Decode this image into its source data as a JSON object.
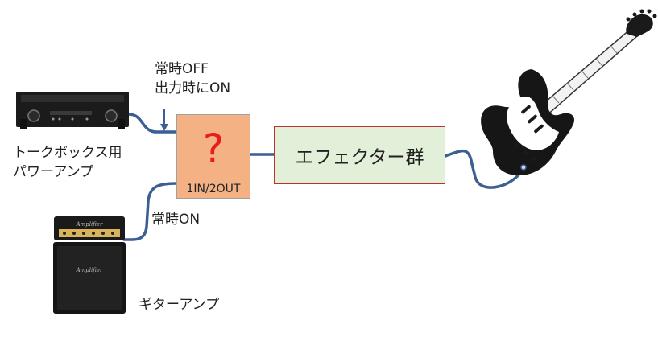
{
  "labels": {
    "talkbox_amp": [
      "トークボックス用",
      "パワーアンプ"
    ],
    "talkbox_signal": [
      "常時OFF",
      "出力時にON"
    ],
    "guitar_amp": "ギターアンプ",
    "guitar_signal": "常時ON"
  },
  "switch_box": {
    "mark": "?",
    "sub": "1IN/2OUT"
  },
  "effector_box": {
    "label": "エフェクター群"
  },
  "amp_brand": "Amplifier",
  "colors": {
    "cable": "#3b5f93",
    "switch_fill": "#f4b183",
    "question_mark": "#e81e1e",
    "effector_fill": "#e2efd9",
    "effector_border": "#c03030",
    "amp_body": "#1a1a1a",
    "amp_panel": "#d8b35c"
  },
  "icons": [
    "power-amp-icon",
    "guitar-amp-icon",
    "electric-guitar-icon",
    "arrow-down-icon"
  ]
}
